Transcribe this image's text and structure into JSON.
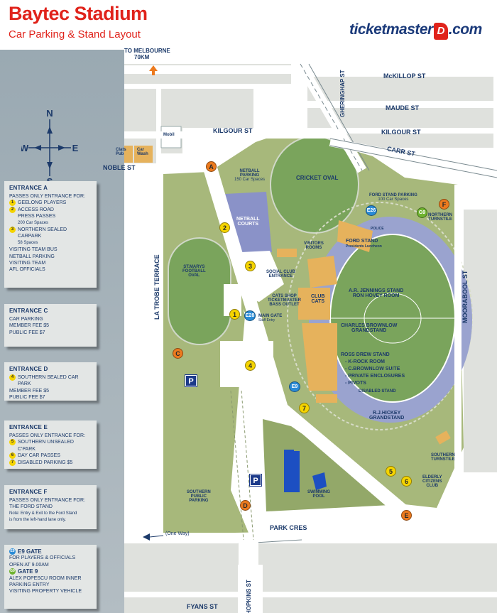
{
  "header": {
    "title": "Baytec Stadium",
    "subtitle": "Car Parking & Stand Layout",
    "brand_pre": "ticketmaster",
    "brand_d": "D",
    "brand_post": ".com"
  },
  "compass": {
    "n": "N",
    "s": "S",
    "e": "E",
    "w": "W"
  },
  "legend": {
    "entrance_a": {
      "heading": "ENTRANCE A",
      "line1": "PASSES ONLY ENTRANCE FOR:",
      "item1_num": "1",
      "item1": "GEELONG PLAYERS",
      "item2_num": "2",
      "item2": "ACCESS ROAD",
      "item2_b": "PRESS PASSES",
      "item2_c": "200 Car Spaces",
      "item3_num": "3",
      "item3": "NORTHERN SEALED",
      "item3_b": "CARPARK",
      "item3_c": "58 Spaces",
      "line5": "VISITING TEAM BUS",
      "line6": "NETBALL PARKING",
      "line7": "VISITING TEAM",
      "line8": "AFL OFFICIALS"
    },
    "entrance_c": {
      "heading": "ENTRANCE C",
      "line1": "CAR PARKING",
      "line2": "MEMBER FEE $5",
      "line3": "PUBLIC FEE $7"
    },
    "entrance_d": {
      "heading": "ENTRANCE D",
      "item1_num": "4",
      "item1": "SOUTHERN SEALED CAR PARK",
      "line2": "MEMBER FEE $5",
      "line3": "PUBLIC FEE $7"
    },
    "entrance_e": {
      "heading": "ENTRANCE E",
      "line1": "PASSES ONLY ENTRANCE FOR:",
      "item1_num": "5",
      "item1": "SOUTHERN UNSEALED C'PARK",
      "item2_num": "6",
      "item2": "DAY CAR PASSES",
      "item3_num": "7",
      "item3": "DISABLED PARKING $5"
    },
    "entrance_f": {
      "heading": "ENTRANCE F",
      "line1": "PASSES ONLY ENTRANCE FOR:",
      "line2": "THE FORD STAND",
      "note1": "Note: Entry & Exit to the Ford Stand",
      "note2": "is from the left-hand lane only."
    },
    "gates": {
      "e9_num": "E9",
      "e9_heading": "E9 GATE",
      "e9_line1": "FOR PLAYERS & OFFICIALS",
      "e9_line2": "OPEN AT 9.00AM",
      "g9_num": "G9",
      "g9_heading": "GATE 9",
      "g9_line1": "ALEX POPESCU ROOM INNER",
      "g9_line2": "PARKING ENTRY",
      "g9_line3": "VISITING PROPERTY VEHICLE"
    }
  },
  "map": {
    "to_melbourne_1": "TO MELBOURNE",
    "to_melbourne_2": "70KM",
    "streets": {
      "mckillop": "McKILLOP ST",
      "maude": "MAUDE ST",
      "kilgour_right": "KILGOUR ST",
      "kilgour_left": "KILGOUR ST",
      "carr": "CARR ST",
      "noble": "NOBLE ST",
      "gheringhap": "GHERINGHAP ST",
      "latrobe": "LA TROBE TERRACE",
      "moorabool": "MOORABOOL ST",
      "park_cres": "PARK CRES",
      "fyans": "FYANS ST",
      "hopkins": "HOPKINS ST",
      "one_way": "(One Way)"
    },
    "places": {
      "mobil": "Mobil",
      "clats_1": "Clats",
      "clats_2": "Pub",
      "carwash_1": "Car",
      "carwash_2": "Wash",
      "netball_parking_1": "NETBALL",
      "netball_parking_2": "PARKING",
      "netball_parking_3": "150 Car Spaces",
      "netball_courts_1": "NETBALL",
      "netball_courts_2": "COURTS",
      "cricket_oval": "CRICKET OVAL",
      "ford_parking_1": "FORD STAND PARKING",
      "ford_parking_2": "100 Car Spaces",
      "northern_turnstile_1": "NORTHERN",
      "northern_turnstile_2": "TURNSTILE",
      "police": "POLICE",
      "ford_stand_1": "FORD STAND",
      "ford_stand_2": "Presidents Luncheon",
      "visitors_1": "VISITORS",
      "visitors_2": "ROOMS",
      "stmarys_1": "ST.MARYS",
      "stmarys_2": "FOOTBALL",
      "stmarys_3": "OVAL",
      "social_1": "SOCIAL CLUB",
      "social_2": "ENTRANCE",
      "cats_shop_1": "CATS SHOP",
      "cats_shop_2": "TICKETMASTER",
      "cats_shop_3": "BASS OUTLET",
      "club_cats_1": "CLUB",
      "club_cats_2": "CATS",
      "jennings_1": "A.R. JENNINGS STAND",
      "jennings_2": "RON HOVEY ROOM",
      "main_gate_1": "MAIN GATE",
      "main_gate_2": "Staff Entry",
      "brownlow_1": "CHARLES BROWNLOW",
      "brownlow_2": "GRANDSTAND",
      "ross_drew_1": "ROSS DREW STAND",
      "ross_drew_2": "- K-ROCK ROOM",
      "ross_drew_3": "- C.BROWNLOW SUITE",
      "ross_drew_4": "- PRIVATE ENCLOSURES",
      "ross_drew_5": "- PIVOTS",
      "disabled_stand": "DISABLED STAND",
      "hickey_1": "R.J.HICKEY",
      "hickey_2": "GRANDSTAND",
      "southern_turnstile_1": "SOUTHERN",
      "southern_turnstile_2": "TURNSTILE",
      "elderly_1": "ELDERLY",
      "elderly_2": "CITIZENS",
      "elderly_3": "CLUB",
      "swimming_1": "SWIMMING",
      "swimming_2": "POOL",
      "southern_public_1": "SOUTHERN",
      "southern_public_2": "PUBLIC",
      "southern_public_3": "PARKING"
    },
    "markers": {
      "a": "A",
      "c": "C",
      "d": "D",
      "e": "E",
      "f": "F",
      "n1": "1",
      "n2": "2",
      "n3": "3",
      "n4": "4",
      "n5": "5",
      "n6": "6",
      "n7": "7",
      "e26": "E26",
      "e28": "E28",
      "e9": "E9",
      "g9": "G9",
      "p": "P"
    }
  },
  "colors": {
    "green": "#a7b87b",
    "green_dark": "#93a869",
    "block": "#dfe1dd",
    "road": "#ffffff",
    "stand": "#e6b25c",
    "seating": "#9aa3cf",
    "pitch": "#7aa45c",
    "courts": "#8a92c8",
    "text": "#1c3a6a",
    "accent": "#e0231b"
  }
}
